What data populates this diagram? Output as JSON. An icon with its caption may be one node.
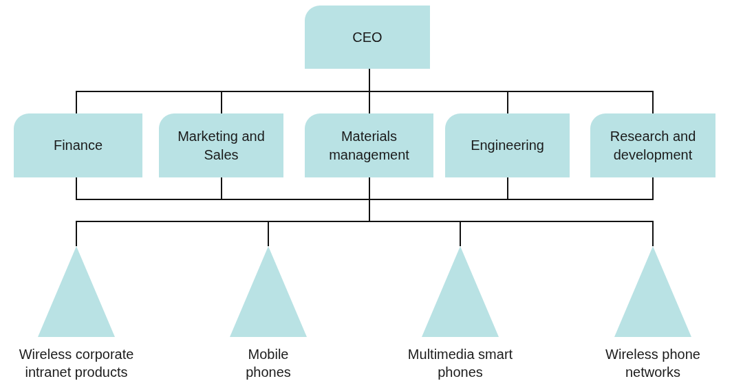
{
  "diagram": {
    "nodes": [
      {
        "text": [
          "CEO"
        ]
      },
      {
        "text": [
          "Finance"
        ]
      },
      {
        "text": [
          "Marketing and Sales"
        ]
      },
      {
        "text": [
          "Materials management"
        ]
      },
      {
        "text": [
          "Engineering"
        ]
      },
      {
        "text": [
          "Research and development"
        ]
      },
      {
        "text": [
          "Wireless corporate intranet products"
        ]
      },
      {
        "text": [
          "Mobile phones"
        ]
      },
      {
        "text": [
          "Multimedia smart phones"
        ]
      },
      {
        "text": [
          "Wireless phone networks"
        ]
      }
    ],
    "edges": [
      {
        "from": 0,
        "to": 1,
        "arrow": "none"
      },
      {
        "from": 0,
        "to": 2,
        "arrow": "none"
      },
      {
        "from": 0,
        "to": 3,
        "arrow": "none"
      },
      {
        "from": 0,
        "to": 4,
        "arrow": "none"
      },
      {
        "from": 0,
        "to": 5,
        "arrow": "none"
      },
      {
        "from": 1,
        "to": 6,
        "arrow": "none"
      },
      {
        "from": 1,
        "to": 7,
        "arrow": "none"
      },
      {
        "from": 1,
        "to": 8,
        "arrow": "none"
      },
      {
        "from": 1,
        "to": 9,
        "arrow": "none"
      },
      {
        "from": 2,
        "to": 6,
        "arrow": "none"
      },
      {
        "from": 2,
        "to": 7,
        "arrow": "none"
      },
      {
        "from": 2,
        "to": 8,
        "arrow": "none"
      },
      {
        "from": 2,
        "to": 9,
        "arrow": "none"
      },
      {
        "from": 3,
        "to": 6,
        "arrow": "none"
      },
      {
        "from": 3,
        "to": 7,
        "arrow": "none"
      },
      {
        "from": 3,
        "to": 8,
        "arrow": "none"
      },
      {
        "from": 3,
        "to": 9,
        "arrow": "none"
      },
      {
        "from": 4,
        "to": 6,
        "arrow": "none"
      },
      {
        "from": 4,
        "to": 7,
        "arrow": "none"
      },
      {
        "from": 4,
        "to": 8,
        "arrow": "none"
      },
      {
        "from": 4,
        "to": 9,
        "arrow": "none"
      },
      {
        "from": 5,
        "to": 6,
        "arrow": "none"
      },
      {
        "from": 5,
        "to": 7,
        "arrow": "none"
      },
      {
        "from": 5,
        "to": 8,
        "arrow": "none"
      },
      {
        "from": 5,
        "to": 9,
        "arrow": "none"
      }
    ]
  }
}
